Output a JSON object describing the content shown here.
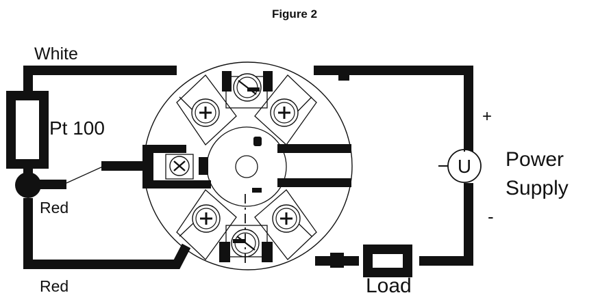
{
  "figure": {
    "title": "Figure 2"
  },
  "labels": {
    "white": "White",
    "sensor": "Pt 100",
    "red_top": "Red",
    "red_bottom": "Red",
    "plus": "+",
    "minus": "-",
    "voltage": "U",
    "power_line1": "Power",
    "power_line2": "Supply",
    "load": "Load"
  },
  "colors": {
    "ink": "#111111",
    "background": "#ffffff"
  }
}
